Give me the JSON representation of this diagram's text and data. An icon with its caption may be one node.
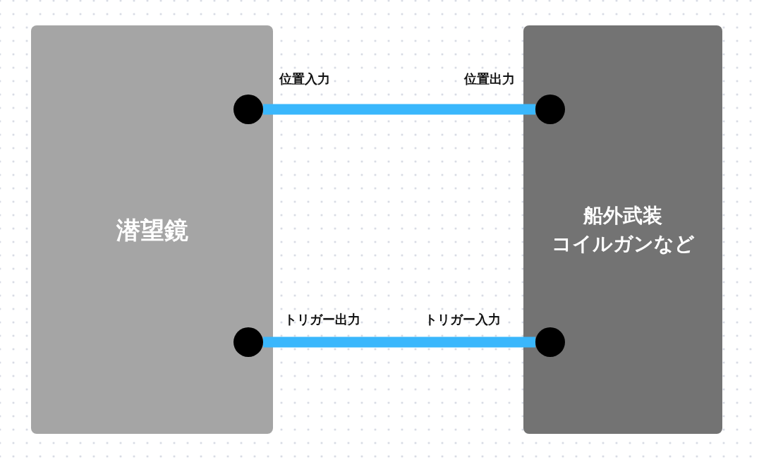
{
  "diagram": {
    "nodes": [
      {
        "text": [
          "潜望鏡"
        ]
      },
      {
        "text": [],
        "shape": "circle",
        "in": 0,
        "beside": [
          "位置入力"
        ]
      },
      {
        "text": [],
        "shape": "circle",
        "in": 0,
        "beside": [
          "トリガー出力"
        ]
      },
      {
        "text": [
          "船外武装",
          "コイルガンなど"
        ]
      },
      {
        "text": [],
        "shape": "circle",
        "in": 3,
        "beside": [
          "位置出力"
        ]
      },
      {
        "text": [],
        "shape": "circle",
        "in": 3,
        "beside": [
          "トリガー入力"
        ]
      }
    ],
    "edges": [
      {
        "from": 4,
        "to": 1,
        "arrow": "none"
      },
      {
        "from": 2,
        "to": 5,
        "arrow": "none"
      }
    ]
  }
}
